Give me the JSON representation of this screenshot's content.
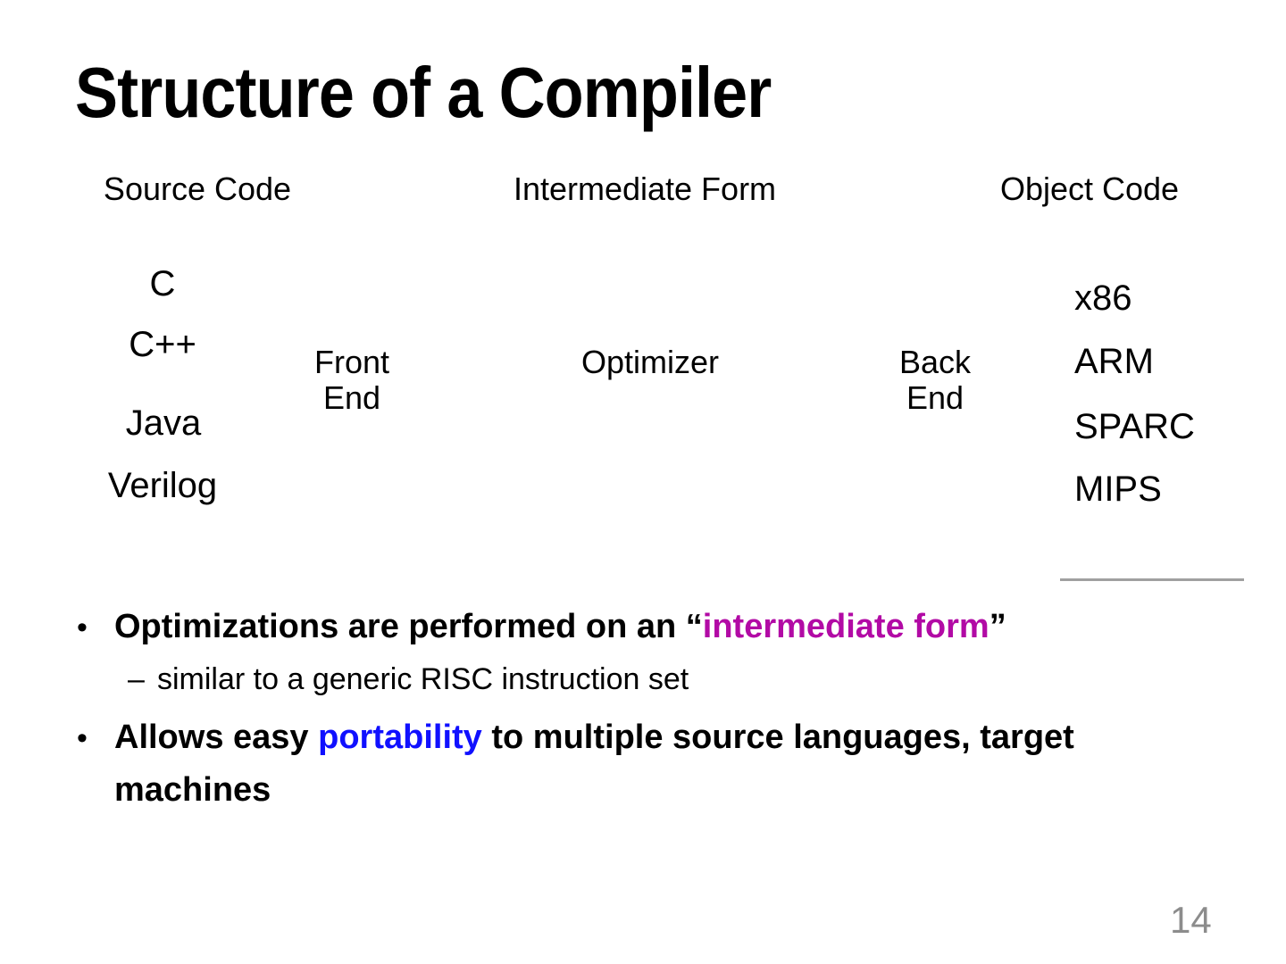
{
  "title": "Structure of a Compiler",
  "colors": {
    "highlight-magenta": "#B20AA5",
    "highlight-blue": "#1010FF",
    "divider-gray": "#A0A0A0",
    "page-number-gray": "#8C8C8C"
  },
  "diagram": {
    "headers": [
      "Source Code",
      "Intermediate Form",
      "Object Code"
    ],
    "source_languages": [
      "C",
      "C++",
      "Java",
      "Verilog"
    ],
    "stages": [
      "Front\nEnd",
      "Optimizer",
      "Back\nEnd"
    ],
    "target_architectures": [
      "x86",
      "ARM",
      "SPARC",
      "MIPS"
    ]
  },
  "bullets": {
    "marker_level1": "•",
    "marker_level2": "–",
    "b1_prefix": "Optimizations are performed on an “",
    "b1_highlight": "intermediate form",
    "b1_suffix": "”",
    "sub1": "similar to a generic RISC instruction set",
    "b2_prefix": "Allows easy ",
    "b2_highlight": "portability",
    "b2_suffix": " to multiple source languages, target\nmachines"
  },
  "page_number": "14"
}
